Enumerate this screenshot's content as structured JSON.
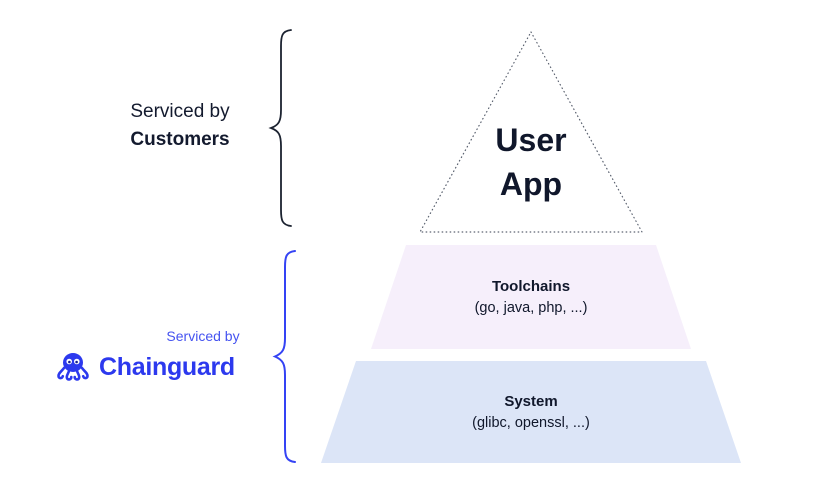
{
  "annotations": {
    "customers": {
      "prefix": "Serviced by",
      "name": "Customers"
    },
    "chainguard": {
      "prefix": "Serviced by",
      "brand": "Chainguard"
    }
  },
  "pyramid": {
    "user_app": {
      "title": "User\nApp"
    },
    "toolchains": {
      "title": "Toolchains",
      "subtitle": "(go, java, php, ...)"
    },
    "system": {
      "title": "System",
      "subtitle": "(glibc, openssl, ...)"
    }
  },
  "icons": {
    "chainguard_logo": "octopus-icon"
  },
  "colors": {
    "brand_indigo": "#3443F4",
    "annotation_blue": "#4553F0",
    "toolchains_fill": "#F6EFFB",
    "system_fill": "#DCE5F7",
    "text_dark": "#10172B"
  }
}
